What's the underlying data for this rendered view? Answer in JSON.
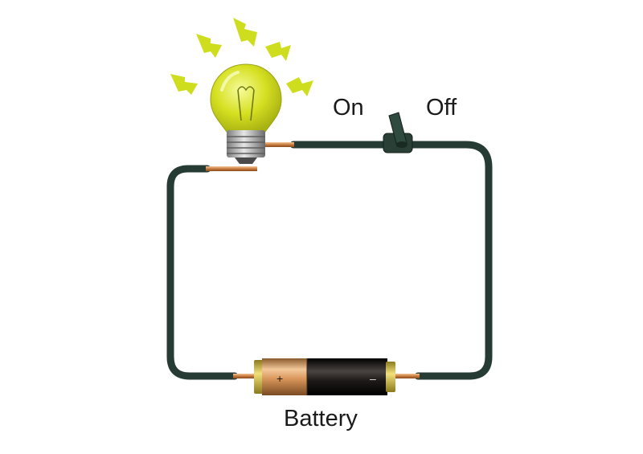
{
  "labels": {
    "switch_on": "On",
    "switch_off": "Off",
    "battery": "Battery"
  },
  "battery": {
    "positive_symbol": "+",
    "negative_symbol": "–"
  },
  "colors": {
    "wire": "#253b33",
    "copper": "#c97b3d",
    "bulb_glass": "#d6e021",
    "glow": "#cfdd1f",
    "battery_body_positive": "#c98a4e",
    "battery_body_negative": "#1e1a18",
    "battery_end_cap": "#c9b23a"
  },
  "icons": {
    "bulb": "light-bulb-icon",
    "switch": "toggle-switch-icon",
    "battery": "battery-icon"
  }
}
